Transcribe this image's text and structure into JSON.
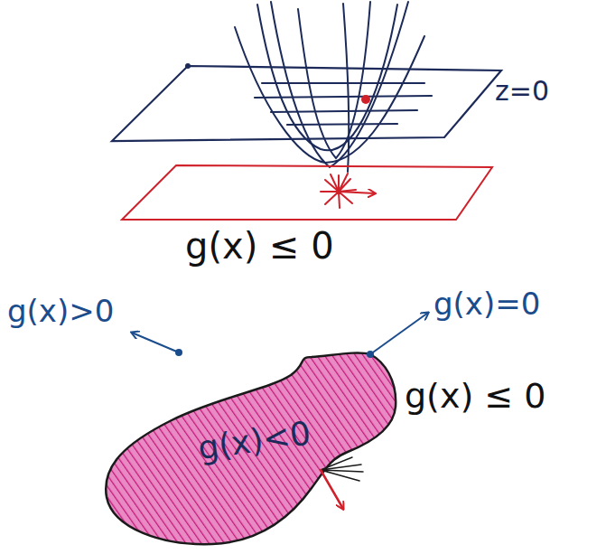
{
  "diagram": {
    "nodes": [
      {
        "text": [
          "g(x)<0"
        ]
      }
    ],
    "labels": [
      "z=0",
      "g(x) ≤ 0",
      "g(x)>0",
      "g(x)=0",
      "g(x) ≤ 0"
    ]
  }
}
